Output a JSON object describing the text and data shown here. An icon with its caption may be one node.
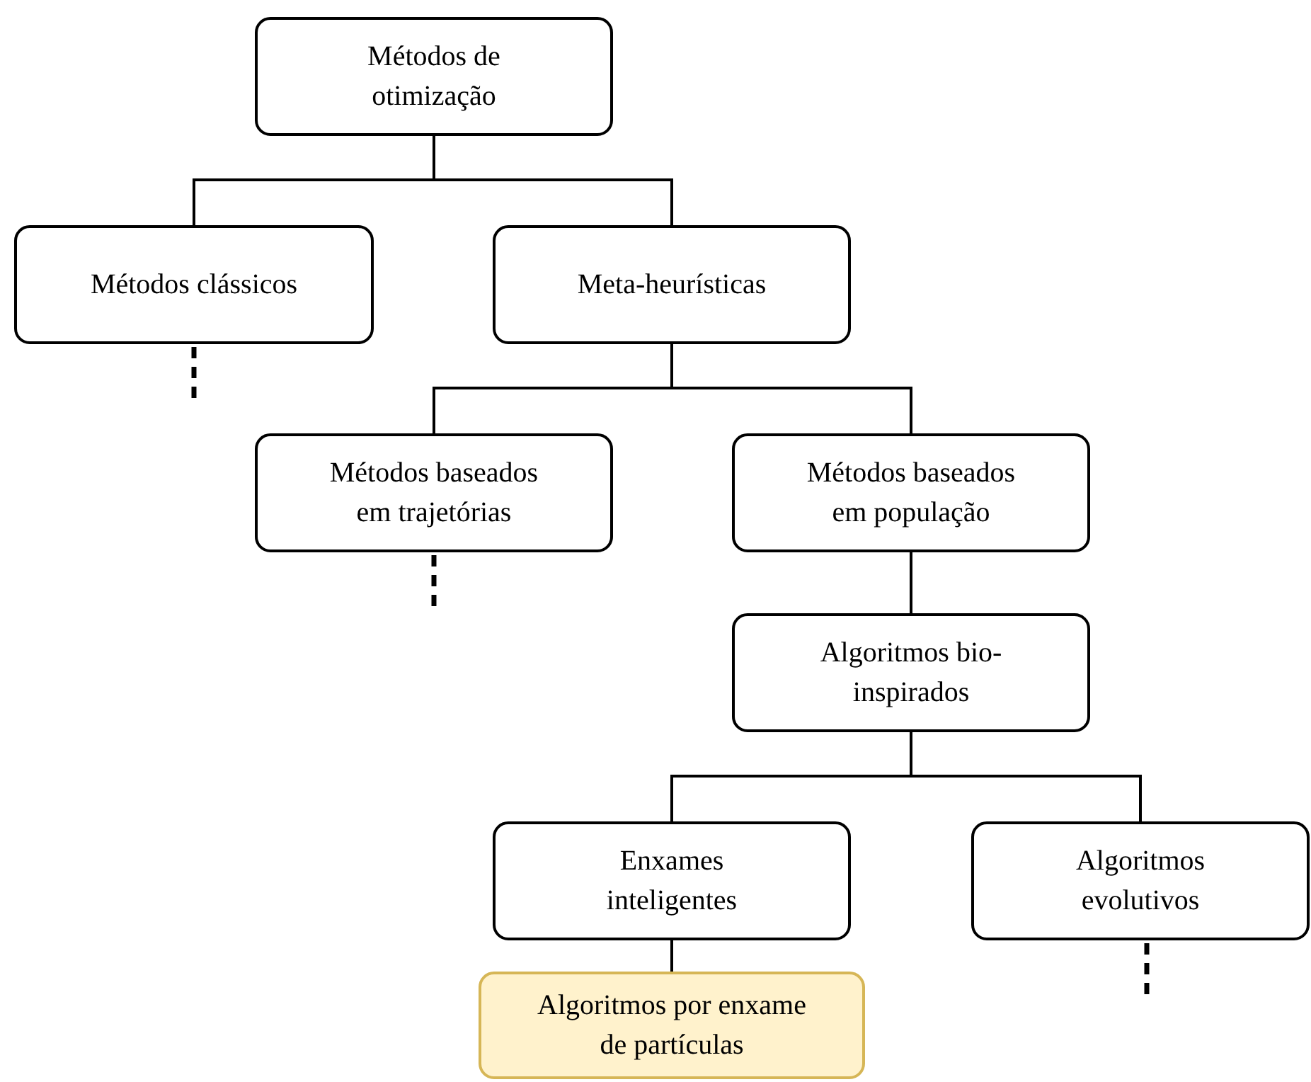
{
  "diagram": {
    "nodes": [
      {
        "text": [
          "Métodos de otimização"
        ]
      },
      {
        "text": [
          "Métodos clássicos"
        ]
      },
      {
        "text": [
          "Meta-heurísticas"
        ]
      },
      {
        "text": [
          "Métodos baseados em trajetórias"
        ]
      },
      {
        "text": [
          "Métodos baseados em população"
        ]
      },
      {
        "text": [
          "Algoritmos bio-inspirados"
        ]
      },
      {
        "text": [
          "Enxames inteligentes"
        ]
      },
      {
        "text": [
          "Algoritmos evolutivos"
        ]
      },
      {
        "text": [
          "Algoritmos por enxame de partículas"
        ]
      }
    ],
    "edges": [
      {
        "from": 0,
        "to": 1,
        "arrow": "none"
      },
      {
        "from": 0,
        "to": 2,
        "arrow": "none"
      },
      {
        "from": 1,
        "to": null,
        "arrow": "none",
        "style": "dashed"
      },
      {
        "from": 2,
        "to": 3,
        "arrow": "none"
      },
      {
        "from": 2,
        "to": 4,
        "arrow": "none"
      },
      {
        "from": 3,
        "to": null,
        "arrow": "none",
        "style": "dashed"
      },
      {
        "from": 4,
        "to": 5,
        "arrow": "none"
      },
      {
        "from": 5,
        "to": 6,
        "arrow": "none"
      },
      {
        "from": 5,
        "to": 7,
        "arrow": "none"
      },
      {
        "from": 7,
        "to": null,
        "arrow": "none",
        "style": "dashed"
      },
      {
        "from": 6,
        "to": 8,
        "arrow": "none"
      }
    ]
  }
}
